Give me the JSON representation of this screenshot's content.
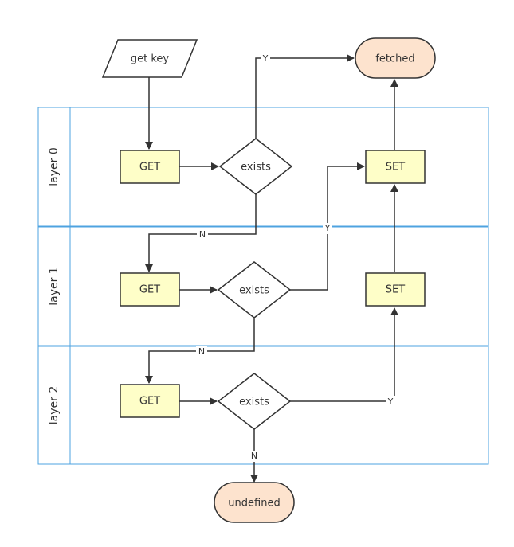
{
  "colors": {
    "lane_border": "#4ea3e0",
    "process_fill": "#fefec8",
    "terminal_fill": "#fde3ce",
    "stroke": "#333333",
    "text": "#333333"
  },
  "lanes": [
    {
      "label": "layer 0"
    },
    {
      "label": "layer 1"
    },
    {
      "label": "layer 2"
    }
  ],
  "nodes": {
    "get_key": "get key",
    "fetched": "fetched",
    "undefined": "undefined",
    "get0": "GET",
    "get1": "GET",
    "get2": "GET",
    "exists0": "exists",
    "exists1": "exists",
    "exists2": "exists",
    "set0": "SET",
    "set1": "SET"
  },
  "edge_labels": {
    "yes0": "Y",
    "no0": "N",
    "yes1": "Y",
    "no1": "N",
    "yes2": "Y",
    "no2": "N"
  }
}
